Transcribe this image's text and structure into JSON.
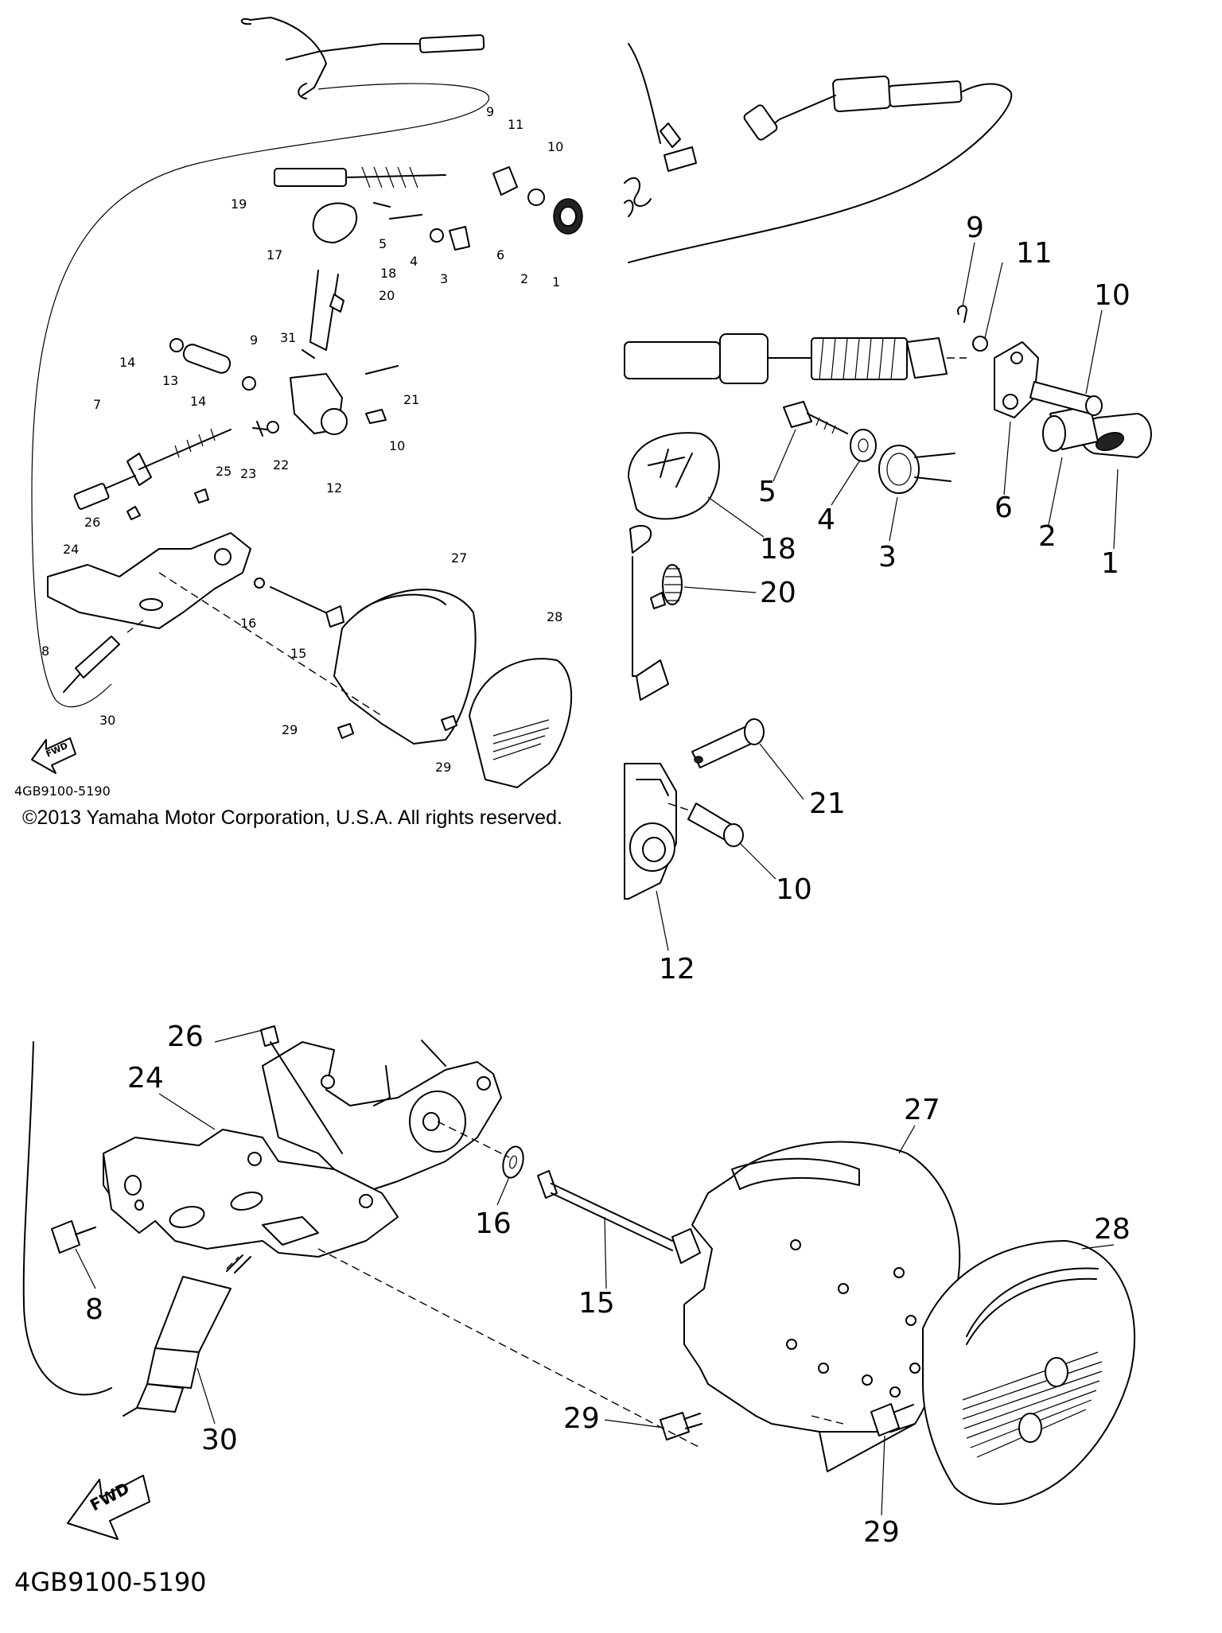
{
  "copyright": "©2013 Yamaha Motor Corporation, U.S.A. All rights reserved.",
  "drawing_number": "4GB9100-5190",
  "direction_arrow_label": "FWD",
  "overview_labels": [
    "1",
    "2",
    "3",
    "4",
    "5",
    "6",
    "7",
    "8",
    "9",
    "9",
    "10",
    "10",
    "11",
    "12",
    "13",
    "14",
    "14",
    "15",
    "16",
    "17",
    "18",
    "19",
    "20",
    "21",
    "22",
    "23",
    "24",
    "25",
    "26",
    "27",
    "28",
    "29",
    "29",
    "30",
    "31"
  ],
  "detail_top_labels": [
    "1",
    "2",
    "3",
    "4",
    "5",
    "6",
    "9",
    "10",
    "10",
    "11",
    "12",
    "18",
    "20",
    "21"
  ],
  "detail_bottom_labels": [
    "8",
    "15",
    "16",
    "24",
    "26",
    "27",
    "28",
    "29",
    "29",
    "30"
  ],
  "colors": {
    "line": "#000000",
    "background": "#ffffff"
  }
}
